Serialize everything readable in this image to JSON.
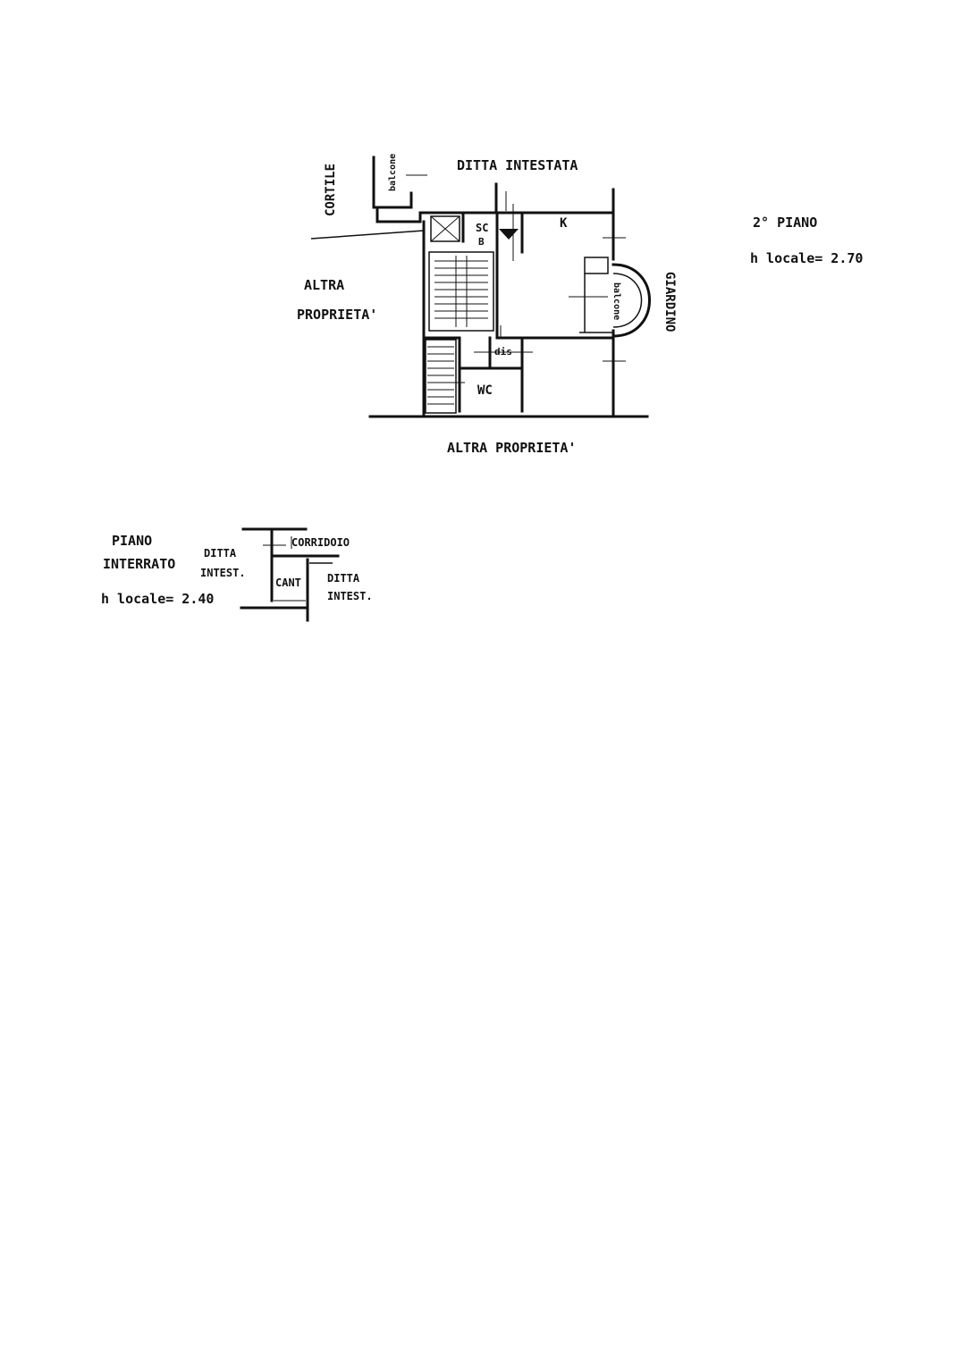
{
  "upper_plan": {
    "floor_title": "2° PIANO",
    "ceiling_height": "h locale= 2.70",
    "labels": {
      "north": "DITTA INTESTATA",
      "courtyard": "CORTILE",
      "balcony_left": "balcone",
      "other_property_left_1": "ALTRA",
      "other_property_left_2": "PROPRIETA'",
      "garden": "GIARDINO",
      "balcony_right": "balcone",
      "kitchen": "K",
      "bath_sc": "SC",
      "bath_b": "B",
      "closet": "dis",
      "wc": "WC",
      "south": "ALTRA PROPRIETA'"
    }
  },
  "basement_plan": {
    "title_1": "PIANO",
    "title_2": "INTERRATO",
    "ceiling_height": "h locale= 2.40",
    "labels": {
      "ditta_left_1": "DITTA",
      "ditta_left_2": "INTEST.",
      "corridor": "CORRIDOIO",
      "cellar": "CANT",
      "ditta_right_1": "DITTA",
      "ditta_right_2": "INTEST."
    }
  }
}
